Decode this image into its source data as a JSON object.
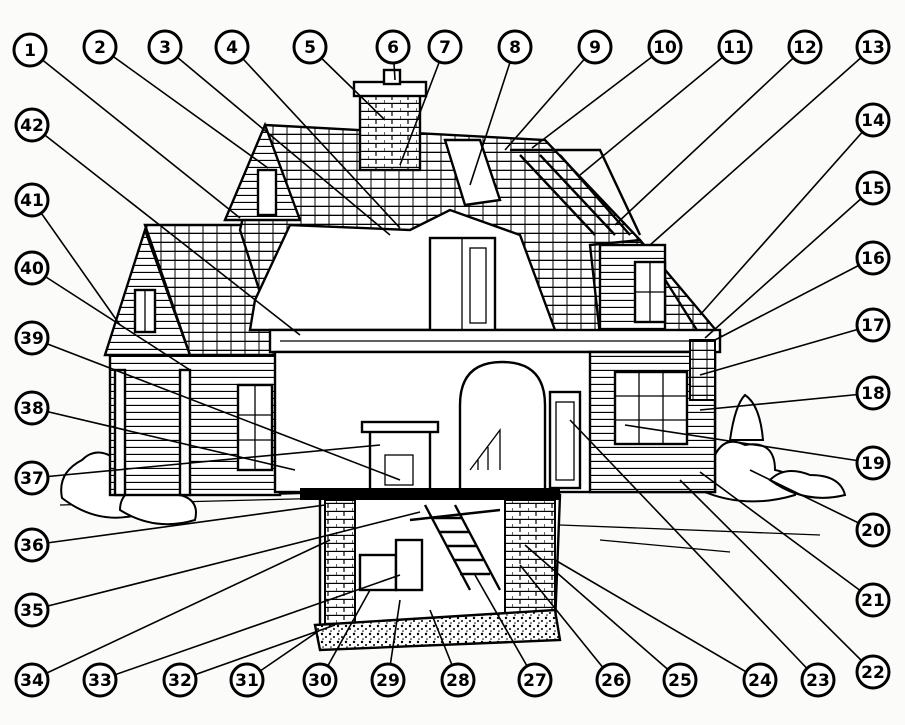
{
  "diagram": {
    "callouts": [
      "1",
      "2",
      "3",
      "4",
      "5",
      "6",
      "7",
      "8",
      "9",
      "10",
      "11",
      "12",
      "13",
      "14",
      "15",
      "16",
      "17",
      "18",
      "19",
      "20",
      "21",
      "22",
      "23",
      "24",
      "25",
      "26",
      "27",
      "28",
      "29",
      "30",
      "31",
      "32",
      "33",
      "34",
      "35",
      "36",
      "37",
      "38",
      "39",
      "40",
      "41",
      "42"
    ]
  },
  "colors": {
    "ink": "#000000",
    "paper": "#fbfbfa"
  }
}
